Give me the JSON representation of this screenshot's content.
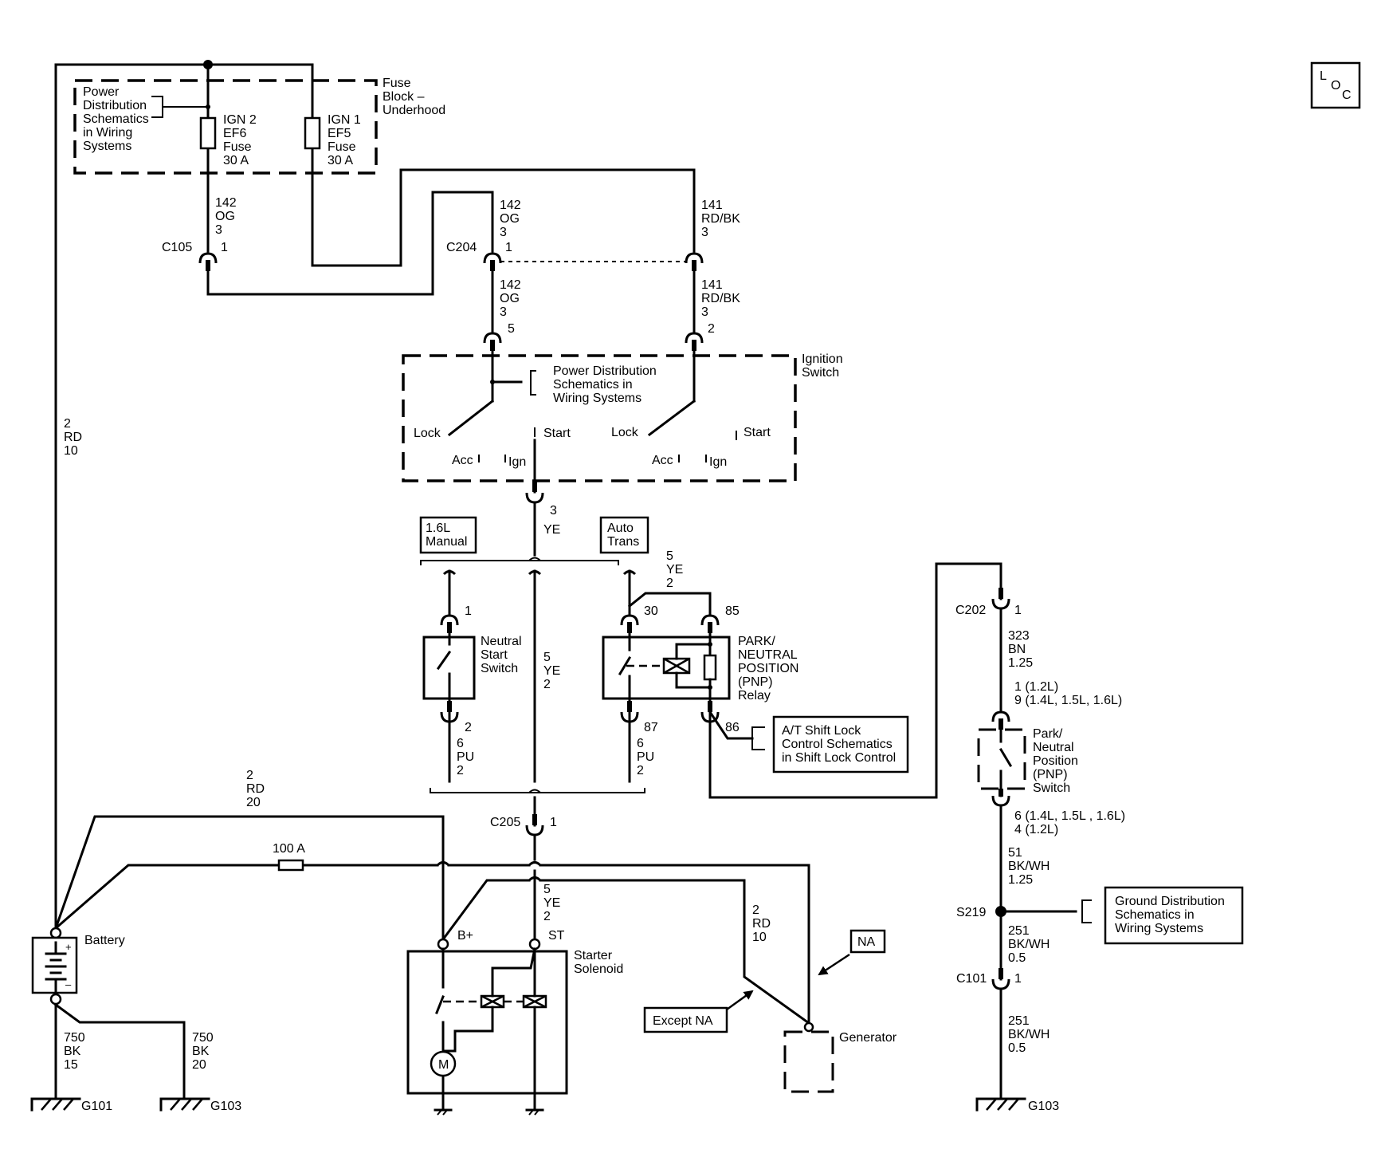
{
  "loc_symbol": {
    "l": "L",
    "o": "O",
    "c": "C"
  },
  "fuse_block": {
    "label": [
      "Fuse",
      "Block –",
      "Underhood"
    ],
    "power_ref": [
      "Power",
      "Distribution",
      "Schematics",
      "in Wiring",
      "Systems"
    ],
    "fuse_ign2": [
      "IGN 2",
      "EF6",
      "Fuse",
      "30 A"
    ],
    "fuse_ign1": [
      "IGN 1",
      "EF5",
      "Fuse",
      "30 A"
    ]
  },
  "wire_142_top": [
    "142",
    "OG",
    "3"
  ],
  "wire_142_c204_top": [
    "142",
    "OG",
    "3"
  ],
  "wire_141_top": [
    "141",
    "RD/BK",
    "3"
  ],
  "c105": {
    "name": "C105",
    "pin": "1"
  },
  "c204": {
    "name": "C204",
    "pin": "1"
  },
  "wire_142_lower": [
    "142",
    "OG",
    "3"
  ],
  "wire_141_lower": [
    "141",
    "RD/BK",
    "3"
  ],
  "ignition_switch": {
    "label": [
      "Ignition",
      "Switch"
    ],
    "pin_left": "5",
    "pin_right": "2",
    "power_ref": [
      "Power Distribution",
      "Schematics in",
      "Wiring Systems"
    ],
    "positions": {
      "lock": "Lock",
      "acc": "Acc",
      "ign": "Ign",
      "start": "Start"
    },
    "output_pin": "3",
    "output_wire": "YE"
  },
  "battery_wire": [
    "2",
    "RD",
    "10"
  ],
  "tag_manual": [
    "1.6L",
    "Manual"
  ],
  "tag_auto": [
    "Auto",
    "Trans"
  ],
  "relay_wire": [
    "5",
    "YE",
    "2"
  ],
  "neutral_switch": {
    "pin_top": "1",
    "label": [
      "Neutral",
      "Start",
      "Switch"
    ],
    "pin_bottom": "2"
  },
  "center_wire": [
    "5",
    "YE",
    "2"
  ],
  "pnp_relay": {
    "pin30": "30",
    "pin85": "85",
    "pin87": "87",
    "pin86": "86",
    "label": [
      "PARK/",
      "NEUTRAL",
      "POSITION",
      "(PNP)",
      "Relay"
    ]
  },
  "pu_wire_left": [
    "6",
    "PU",
    "2"
  ],
  "pu_wire_right": [
    "6",
    "PU",
    "2"
  ],
  "shift_lock_ref": [
    "A/T Shift Lock",
    "Control Schematics",
    "in Shift Lock Control"
  ],
  "c202": {
    "name": "C202",
    "pin": "1"
  },
  "wire_323": [
    "323",
    "BN",
    "1.25"
  ],
  "pnp_switch": {
    "pins_top": [
      "1 (1.2L)",
      "9 (1.4L, 1.5L, 1.6L)"
    ],
    "label": [
      "Park/",
      "Neutral",
      "Position",
      "(PNP)",
      "Switch"
    ],
    "pins_bottom": [
      "6 (1.4L, 1.5L , 1.6L)",
      "4 (1.2L)"
    ]
  },
  "wire_51": [
    "51",
    "BK/WH",
    "1.25"
  ],
  "s219": "S219",
  "ground_ref": [
    "Ground Distribution",
    "Schematics in",
    "Wiring Systems"
  ],
  "wire_251_a": [
    "251",
    "BK/WH",
    "0.5"
  ],
  "c101": {
    "name": "C101",
    "pin": "1"
  },
  "wire_251_b": [
    "251",
    "BK/WH",
    "0.5"
  ],
  "g103_right": "G103",
  "battery_wire_20": [
    "2",
    "RD",
    "20"
  ],
  "c205": {
    "name": "C205",
    "pin": "1"
  },
  "fusible_link": "100 A",
  "solenoid_wire": [
    "5",
    "YE",
    "2"
  ],
  "generator_wire": [
    "2",
    "RD",
    "10"
  ],
  "battery": {
    "label": "Battery",
    "plus": "+",
    "minus": "–"
  },
  "starter": {
    "b_plus": "B+",
    "st": "ST",
    "label": [
      "Starter",
      "Solenoid"
    ],
    "motor": "M"
  },
  "tag_na": "NA",
  "tag_except_na": "Except NA",
  "generator": "Generator",
  "ground_g101": {
    "wire": [
      "750",
      "BK",
      "15"
    ],
    "name": "G101"
  },
  "ground_g103": {
    "wire": [
      "750",
      "BK",
      "20"
    ],
    "name": "G103"
  }
}
